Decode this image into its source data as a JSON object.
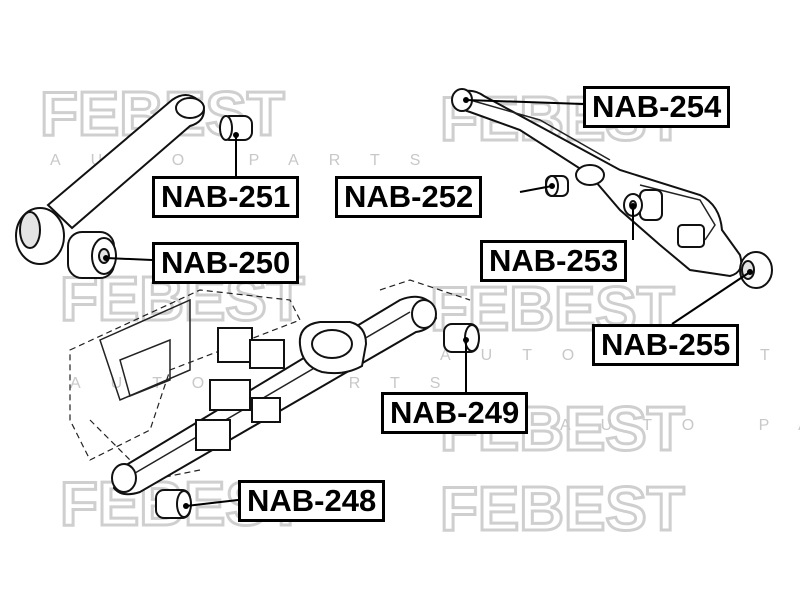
{
  "watermark": {
    "brand": "FEBEST",
    "sub": "AUTO PARTS"
  },
  "labels": {
    "nab_251": "NAB-251",
    "nab_252": "NAB-252",
    "nab_250": "NAB-250",
    "nab_254": "NAB-254",
    "nab_253": "NAB-253",
    "nab_255": "NAB-255",
    "nab_249": "NAB-249",
    "nab_248": "NAB-248"
  },
  "colors": {
    "line": "#000000",
    "watermark": "#cfcfcf",
    "background": "#ffffff"
  }
}
